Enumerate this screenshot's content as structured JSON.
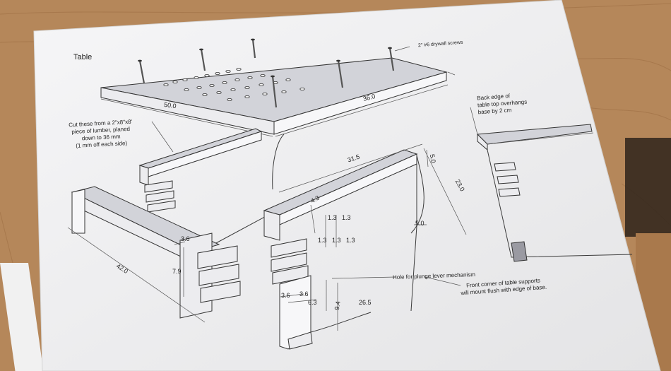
{
  "drawing": {
    "title": "Table",
    "notes": {
      "screws": "2\" #6 drywall screws",
      "cut_lumber_line1": "Cut these from a 2\"x8\"x8'",
      "cut_lumber_line2": "piece of lumber, planed",
      "cut_lumber_line3": "down to 36 mm",
      "cut_lumber_line4": "(1 mm off each side)",
      "back_edge_line1": "Back edge of",
      "back_edge_line2": "table top overhangs",
      "back_edge_line3": "base by 2 cm",
      "hole_plunge": "Hole for plunge lever mechanism",
      "front_corner_line1": "Front corner of table supports",
      "front_corner_line2": "will mount flush with edge of base."
    },
    "dimensions": {
      "top_width": "50.0",
      "top_depth": "36.0",
      "rail_length": "31.5",
      "rail_height": "23.0",
      "notch_top": "5.0",
      "notch_side": "5.0",
      "base_length": "42.0",
      "base_thickness": "3.6",
      "base_height": "7.9",
      "leg_thickness": "4.3",
      "finger_a": "1.3",
      "finger_b": "1.3",
      "finger_c": "1.3",
      "finger_d": "1.3",
      "finger_e": "1.3",
      "leg_a": "3.6",
      "leg_b": "3.6",
      "leg_c": "6.3",
      "leg_d": "9.4",
      "leg_e": "26.5"
    }
  }
}
